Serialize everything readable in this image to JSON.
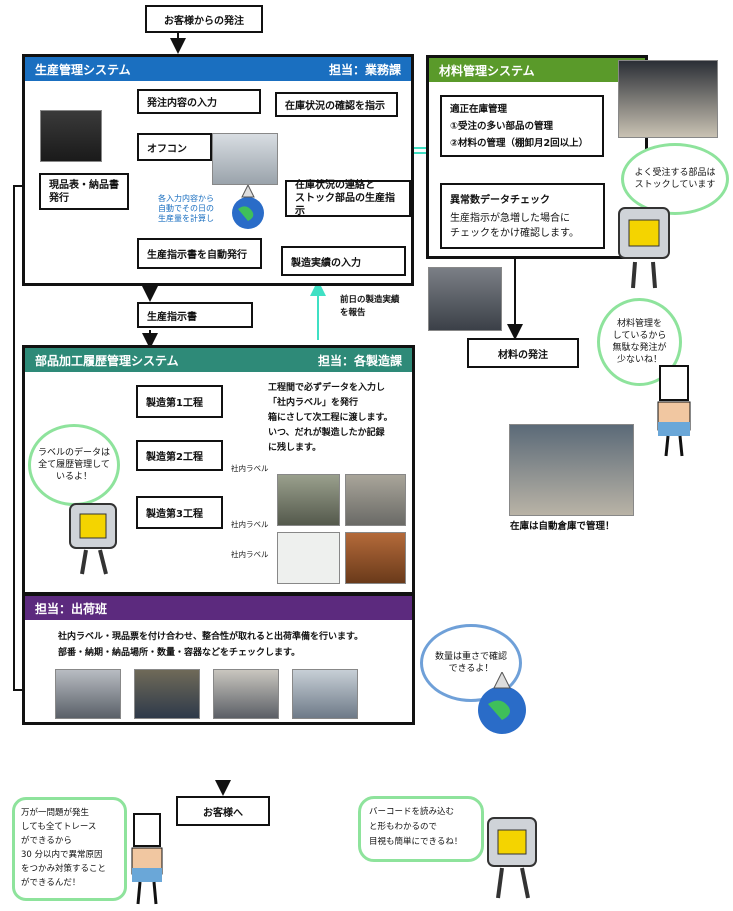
{
  "top": {
    "order_label": "お客様からの発注",
    "customer_label": "お客様へ"
  },
  "production": {
    "title": "生産管理システム",
    "owner": "担当：業務課",
    "order_entry": "発注内容の入力",
    "offcon": "オフコン",
    "stock_check": "在庫状況の確認を指示",
    "stock_contact": "在庫状況の連絡と\nストック部品の生産指示",
    "auto_calc": "各入力内容から\n自動でその日の\n生産量を計算し",
    "auto_issue": "生産指示書を自動発行",
    "result_input": "製造実績の入力",
    "slip": "現品表・納品書\n発行"
  },
  "material": {
    "title": "材料管理システム",
    "proper_stock": "適正在庫管理\n①受注の多い部品の管理\n②材料の管理（棚卸月2回以上）",
    "abnormal": "異常数データチェック",
    "abnormal_desc": "生産指示が急増した場合に\nチェックをかけ確認します。",
    "order": "材料の発注",
    "bubble": "よく受注する部品は\nストックしています",
    "bubble2": "材料管理を\nしているから\n無駄な発注が\n少ないね！",
    "warehouse_caption": "在庫は自動倉庫で管理！"
  },
  "instruction": {
    "label": "生産指示書",
    "report": "前日の製造実績\nを報告"
  },
  "parts": {
    "title": "部品加工履歴管理システム",
    "owner": "担当：各製造課",
    "step1": "製造第1工程",
    "step2": "製造第2工程",
    "step3": "製造第3工程",
    "desc": "工程間で必ずデータを入力し\n「社内ラベル」を発行\n箱にさして次工程に渡します。\nいつ、だれが製造したか記録\nに残します。",
    "label_tag": "社内ラベル",
    "bubble": "ラベルのデータは\n全て履歴管理して\nいるよ！"
  },
  "shipping": {
    "title": "担当：出荷班",
    "desc": "社内ラベル・現品票を付け合わせ、整合性が取れると出荷準備を行います。\n部番・納期・納品場所・数量・容器などをチェックします。",
    "bubble": "数量は重さで確認\nできるよ！"
  },
  "bottom": {
    "left_bubble": "万が一問題が発生\nしても全てトレース\nができるから\n30 分以内で異常原因\nをつかみ対策すること\nができるんだ！",
    "right_bubble": "バーコードを読み込む\nと形もわかるので\n目視も簡単にできるね！"
  },
  "colors": {
    "production": "#1a6fc0",
    "material": "#5a9a2a",
    "parts": "#2e8a78",
    "shipping": "#5c2a7e",
    "arrow_cyan": "#3fe0c4",
    "bubble_green": "#8ee39c",
    "bubble_blue": "#6fa0d8"
  },
  "icons": [
    "robot-mascot-icon",
    "globe-mascot-icon",
    "boy-mascot-icon"
  ]
}
